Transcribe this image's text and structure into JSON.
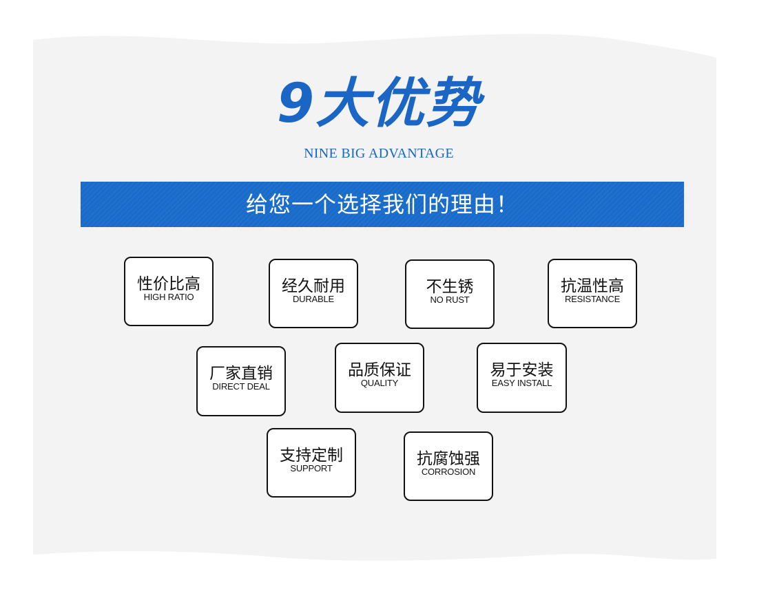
{
  "header": {
    "title_cn": "9大优势",
    "title_en": "NINE BIG ADVANTAGE"
  },
  "banner": {
    "text": "给您一个选择我们的理由！"
  },
  "advantages": [
    {
      "cn": "性价比高",
      "en": "HIGH RATIO"
    },
    {
      "cn": "经久耐用",
      "en": "DURABLE"
    },
    {
      "cn": "不生锈",
      "en": "NO RUST"
    },
    {
      "cn": "抗温性高",
      "en": "RESISTANCE"
    },
    {
      "cn": "厂家直销",
      "en": "DIRECT DEAL"
    },
    {
      "cn": "品质保证",
      "en": "QUALITY"
    },
    {
      "cn": "易于安装",
      "en": "EASY INSTALL"
    },
    {
      "cn": "支持定制",
      "en": "SUPPORT"
    },
    {
      "cn": "抗腐蚀强",
      "en": "CORROSION"
    }
  ],
  "colors": {
    "accent": "#1b66c4",
    "banner": "#1a6ccb",
    "paper": "#f4f4f5",
    "border": "#111111"
  }
}
